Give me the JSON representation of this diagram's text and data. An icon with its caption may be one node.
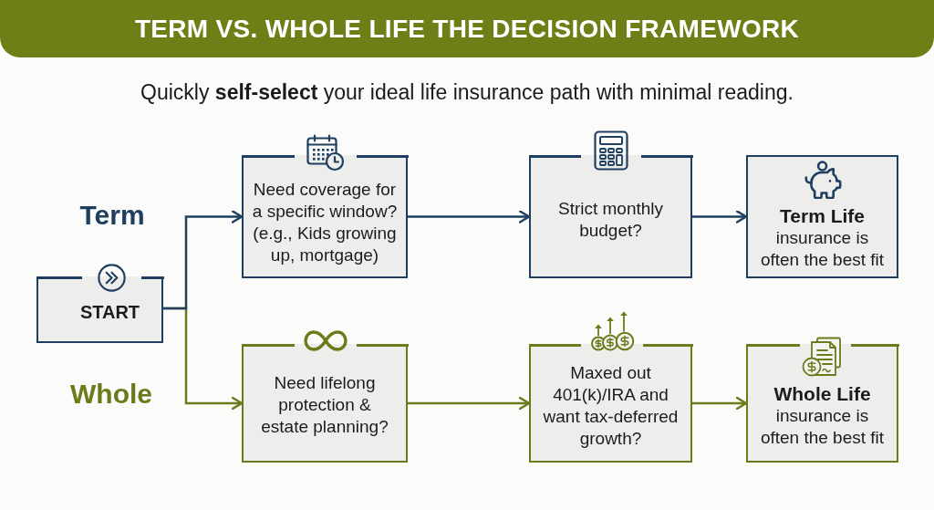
{
  "diagram": {
    "title": "TERM VS. WHOLE LIFE THE DECISION FRAMEWORK",
    "nodes": [
      {
        "text": [
          "START"
        ]
      },
      {
        "text": [
          "Need coverage for a specific window? (e.g., Kids growing up, mortgage)"
        ]
      },
      {
        "text": [
          "Strict monthly budget?"
        ]
      },
      {
        "text": [
          "**Term Life** insurance is often the best fit"
        ]
      },
      {
        "text": [
          "Need lifelong protection & estate planning?"
        ]
      },
      {
        "text": [
          "Maxed out 401(k)/IRA and want tax-deferred growth?"
        ]
      },
      {
        "text": [
          "**Whole Life** insurance is often the best fit"
        ]
      }
    ],
    "edges": [
      {
        "from": 0,
        "to": 1,
        "arrow": "to"
      },
      {
        "from": 1,
        "to": 2,
        "arrow": "to"
      },
      {
        "from": 2,
        "to": 3,
        "arrow": "to"
      },
      {
        "from": 0,
        "to": 4,
        "arrow": "to",
        "color": "#6a7b1b"
      },
      {
        "from": 4,
        "to": 5,
        "arrow": "to",
        "color": "#6a7b1b"
      },
      {
        "from": 5,
        "to": 6,
        "arrow": "to",
        "color": "#6a7b1b"
      }
    ],
    "labels": [
      "Quickly **self-select** your ideal life insurance path with minimal reading.",
      "Term",
      "Whole"
    ]
  }
}
